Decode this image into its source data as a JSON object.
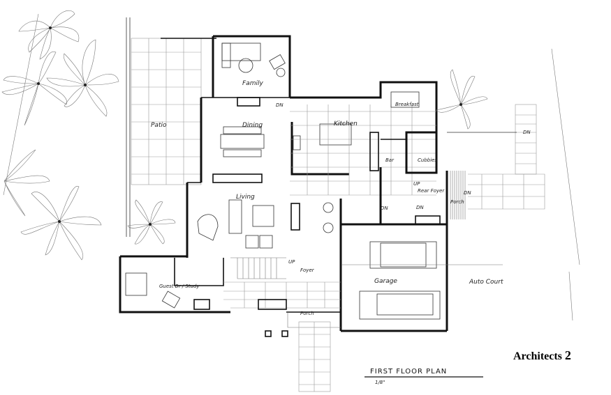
{
  "drawing": {
    "title": "FIRST FLOOR PLAN",
    "scale": "1/8\"",
    "firm": "Architects",
    "firm_number": "2"
  },
  "rooms": {
    "patio": "Patio",
    "family": "Family",
    "dining": "Dining",
    "kitchen": "Kitchen",
    "breakfast": "Breakfast",
    "bar": "Bar",
    "cubbies": "Cubbies",
    "living": "Living",
    "rear_foyer": "Rear Foyer",
    "porch_rear": "Porch",
    "guest_study": "Guest Br / Study",
    "foyer": "Foyer",
    "porch_front": "Porch",
    "garage": "Garage",
    "auto_court": "Auto Court"
  },
  "annotations": {
    "dn_family": "DN",
    "dn_court": "DN",
    "up_stair": "UP",
    "dn_stair": "DN",
    "up_rear": "UP",
    "dn_rear": "DN",
    "dn_porch": "DN",
    "up_main": "UP"
  },
  "colors": {
    "ink": "#111111",
    "paper": "#ffffff"
  }
}
